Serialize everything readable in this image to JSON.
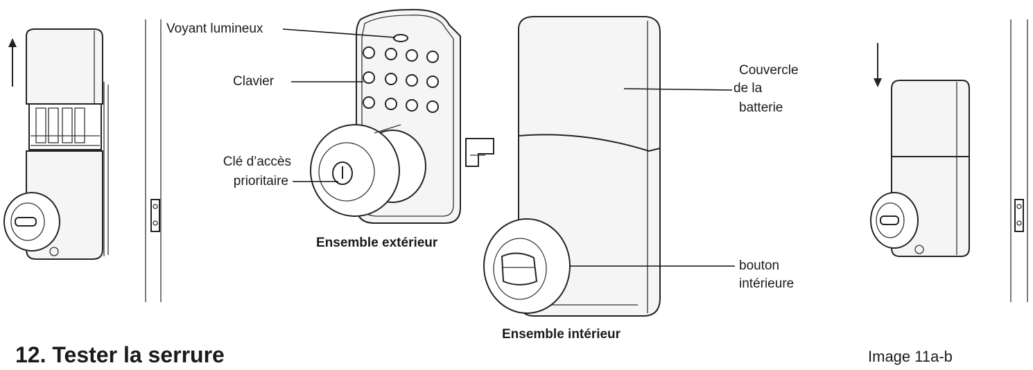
{
  "labels": {
    "indicator": "Voyant lumineux",
    "keypad": "Clavier",
    "override_key_line1": "Clé d’accès",
    "override_key_line2": "prioritaire",
    "battery_cover_line1": "Couvercle",
    "battery_cover_line2": "de la",
    "battery_cover_line3": "batterie",
    "inside_knob_line1": "bouton",
    "inside_knob_line2": "intérieure"
  },
  "captions": {
    "exterior": "Ensemble extérieur",
    "interior": "Ensemble intérieur"
  },
  "heading": "12. Tester la serrure",
  "image_ref": "Image 11a-b",
  "arrows": {
    "left": "up",
    "right": "down"
  }
}
